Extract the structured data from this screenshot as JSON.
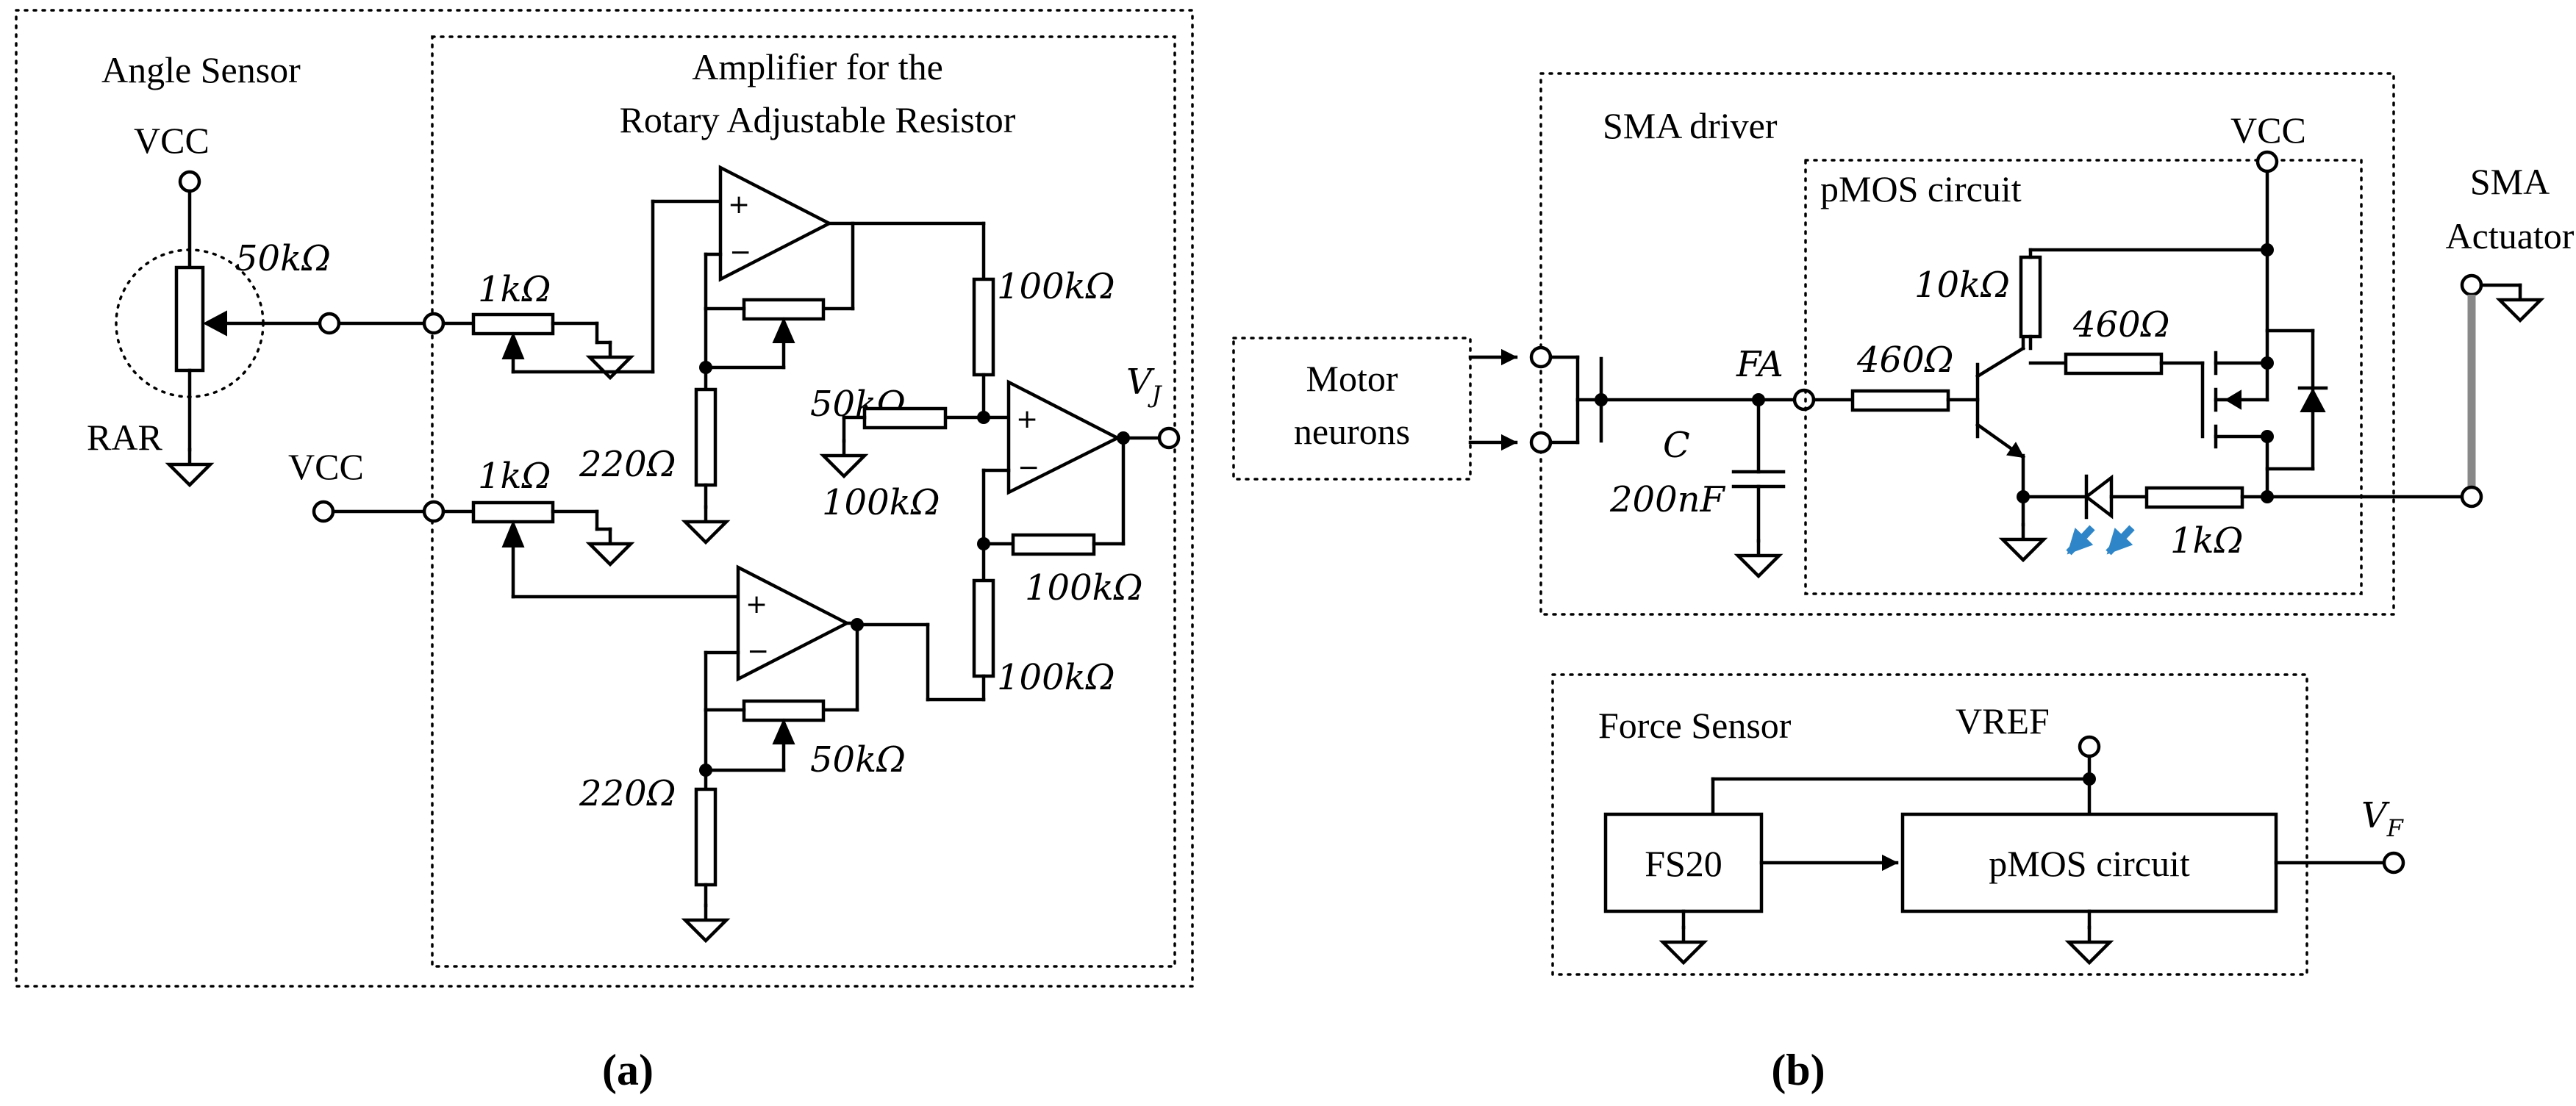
{
  "panel_a": {
    "caption": "(a)",
    "angle_sensor": {
      "title": "Angle Sensor",
      "vcc": "VCC",
      "pot_value": "50kΩ",
      "pot_name": "RAR"
    },
    "amplifier": {
      "title_line1": "Amplifier for the",
      "title_line2": "Rotary Adjustable Resistor",
      "vcc2": "VCC",
      "r_in_top": "1kΩ",
      "r_in_bot": "1kΩ",
      "r_fb_top": "50kΩ",
      "r_fb_bot": "50kΩ",
      "r_gnd_top": "220Ω",
      "r_gnd_bot": "220Ω",
      "r_diff_top": "100kΩ",
      "r_diff_gnd": "100kΩ",
      "r_diff_fb": "100kΩ",
      "r_diff_bot": "100kΩ",
      "output": "V",
      "output_sub": "J"
    }
  },
  "panel_b": {
    "caption": "(b)",
    "motor_neurons": {
      "line1": "Motor",
      "line2": "neurons"
    },
    "sma_driver": {
      "title": "SMA driver",
      "node": "FA",
      "cap_name": "C",
      "cap_value": "200nF",
      "pmos_title": "pMOS circuit",
      "vcc": "VCC",
      "r_base": "460Ω",
      "r_pullup": "10kΩ",
      "r_gate": "460Ω",
      "r_led": "1kΩ"
    },
    "sma_actuator": {
      "line1": "SMA",
      "line2": "Actuator"
    },
    "force_sensor": {
      "title": "Force Sensor",
      "vref": "VREF",
      "sensor": "FS20",
      "pmos_block": "pMOS circuit",
      "output": "V",
      "output_sub": "F"
    }
  },
  "colors": {
    "led_arrows": "#2e86c8",
    "ink": "#000000"
  }
}
